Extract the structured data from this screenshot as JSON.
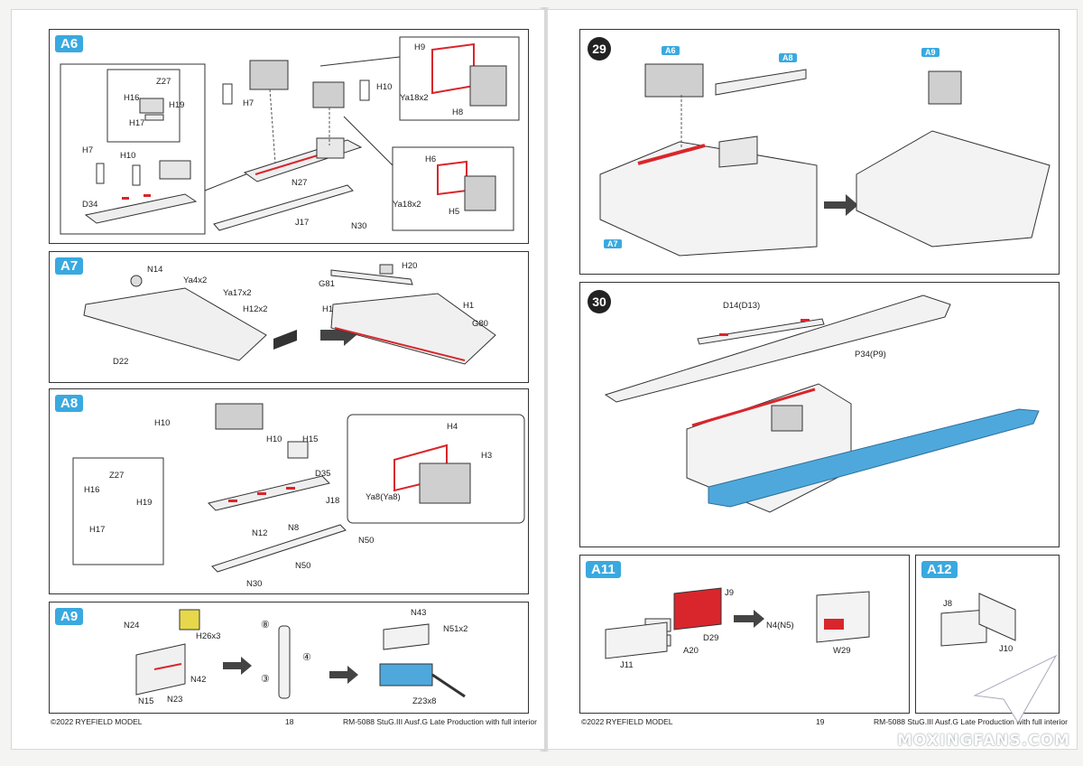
{
  "left_page": {
    "panels": {
      "a6": {
        "badge": "A6",
        "labels": {
          "z27": "Z27",
          "h16": "H16",
          "h19": "H19",
          "h17": "H17",
          "h7_inset": "H7",
          "h10_inset": "H10",
          "d34": "D34",
          "h7": "H7",
          "h10": "H10",
          "h9": "H9",
          "ya18x2_top": "Ya18x2",
          "h8": "H8",
          "h6": "H6",
          "ya18x2_bottom": "Ya18x2",
          "h5": "H5",
          "n27": "N27",
          "j17": "J17",
          "n30": "N30"
        }
      },
      "a7": {
        "badge": "A7",
        "labels": {
          "n14": "N14",
          "ya4x2": "Ya4x2",
          "ya17x2": "Ya17x2",
          "h12x2": "H12x2",
          "d22": "D22",
          "h20": "H20",
          "g81": "G81",
          "h1_left": "H1",
          "h1_right": "H1",
          "g80": "G80"
        }
      },
      "a8": {
        "badge": "A8",
        "labels": {
          "h10": "H10",
          "h10b": "H10",
          "h15": "H15",
          "d35": "D35",
          "z27": "Z27",
          "h16": "H16",
          "h19": "H19",
          "h17": "H17",
          "n12": "N12",
          "n8": "N8",
          "j18": "J18",
          "n50_right": "N50",
          "n50_bottom": "N50",
          "n30": "N30",
          "h4": "H4",
          "h3": "H3",
          "ya8": "Ya8(Ya8)"
        }
      },
      "a9": {
        "badge": "A9",
        "labels": {
          "n24": "N24",
          "h26x3": "H26x3",
          "n42": "N42",
          "n15": "N15",
          "n23": "N23",
          "n43": "N43",
          "n51x2": "N51x2",
          "z23x8": "Z23x8",
          "c8": "⑧",
          "c3": "③",
          "c4": "④"
        }
      }
    },
    "footer": {
      "copyright": "©2022 RYEFIELD MODEL",
      "page": "18",
      "title": "RM-5088 StuG.III Ausf.G Late Production with full interior"
    }
  },
  "right_page": {
    "panels": {
      "s29": {
        "step": "29",
        "tags": {
          "a6": "A6",
          "a8": "A8",
          "a9": "A9",
          "a7": "A7"
        }
      },
      "s30": {
        "step": "30",
        "labels": {
          "d14": "D14(D13)",
          "p34": "P34(P9)"
        }
      },
      "a11": {
        "badge": "A11",
        "labels": {
          "j9": "J9",
          "d29": "D29",
          "a20": "A20",
          "j11": "J11",
          "n4": "N4(N5)",
          "w29": "W29"
        }
      },
      "a12": {
        "badge": "A12",
        "labels": {
          "j8": "J8",
          "j10": "J10"
        }
      }
    },
    "footer": {
      "copyright": "©2022 RYEFIELD MODEL",
      "page": "19",
      "title": "RM-5088 StuG.III Ausf.G Late Production with full interior"
    }
  },
  "watermark": "MOXINGFANS.COM",
  "colors": {
    "badge": "#39a9e0",
    "highlight_red": "#d9262c",
    "highlight_blue": "#4fa8dc"
  }
}
